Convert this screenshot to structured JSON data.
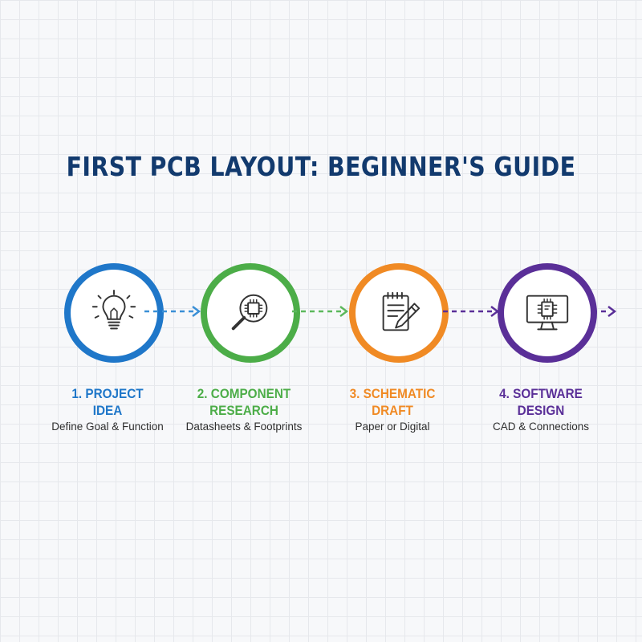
{
  "title": "FIRST PCB LAYOUT: BEGINNER'S GUIDE",
  "steps": [
    {
      "label": "1. PROJECT\nIDEA",
      "desc": "Define Goal & Function",
      "color": "#1f77c9",
      "icon": "lightbulb-icon"
    },
    {
      "label": "2. COMPONENT\nRESEARCH",
      "desc": "Datasheets & Footprints",
      "color": "#4cad48",
      "icon": "magnifier-chip-icon"
    },
    {
      "label": "3. SCHEMATIC\nDRAFT",
      "desc": "Paper or Digital",
      "color": "#f08a24",
      "icon": "notepad-pencil-icon"
    },
    {
      "label": "4. SOFTWARE\nDESIGN",
      "desc": "CAD & Connections",
      "color": "#5a2f98",
      "icon": "monitor-chip-icon"
    }
  ],
  "connectors": [
    {
      "color": "#3a8fd6"
    },
    {
      "color": "#5cb85c"
    },
    {
      "color": "#5a2f98"
    },
    {
      "color": "#5a2f98"
    }
  ]
}
